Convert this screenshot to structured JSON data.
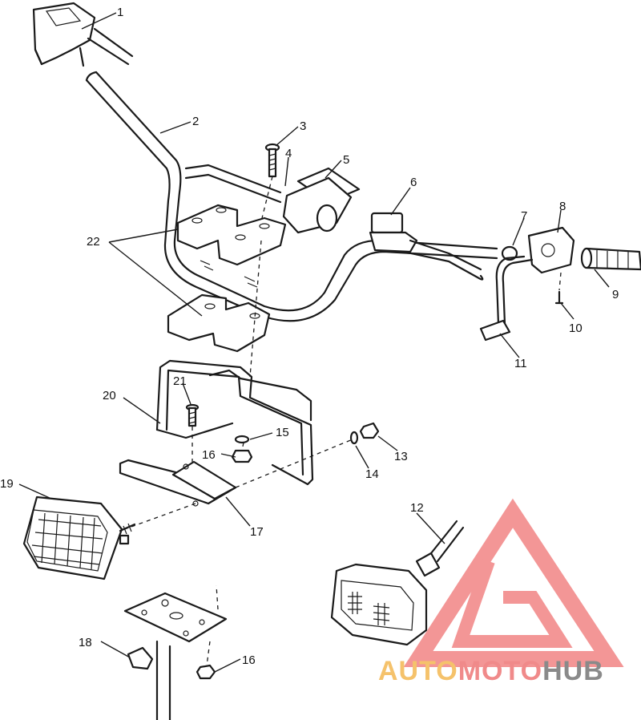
{
  "callouts": [
    {
      "id": "c1",
      "text": "1"
    },
    {
      "id": "c2",
      "text": "2"
    },
    {
      "id": "c3",
      "text": "3"
    },
    {
      "id": "c4",
      "text": "4"
    },
    {
      "id": "c5",
      "text": "5"
    },
    {
      "id": "c6",
      "text": "6"
    },
    {
      "id": "c7",
      "text": "7"
    },
    {
      "id": "c8",
      "text": "8"
    },
    {
      "id": "c9",
      "text": "9"
    },
    {
      "id": "c10",
      "text": "10"
    },
    {
      "id": "c11",
      "text": "11"
    },
    {
      "id": "c12",
      "text": "12"
    },
    {
      "id": "c13",
      "text": "13"
    },
    {
      "id": "c14",
      "text": "14"
    },
    {
      "id": "c15",
      "text": "15"
    },
    {
      "id": "c16a",
      "text": "16"
    },
    {
      "id": "c16b",
      "text": "16"
    },
    {
      "id": "c17",
      "text": "17"
    },
    {
      "id": "c18",
      "text": "18"
    },
    {
      "id": "c19",
      "text": "19"
    },
    {
      "id": "c20",
      "text": "20"
    },
    {
      "id": "c21",
      "text": "21"
    },
    {
      "id": "c22",
      "text": "22"
    }
  ],
  "watermark": {
    "text_part1": "AUTO",
    "text_part2": "MOTO",
    "text_part3": "HUB",
    "colors": {
      "auto": "#f5c26b",
      "moto": "#f08a8a",
      "hub": "#8a8a8a",
      "logo": "#f28b8b"
    }
  }
}
